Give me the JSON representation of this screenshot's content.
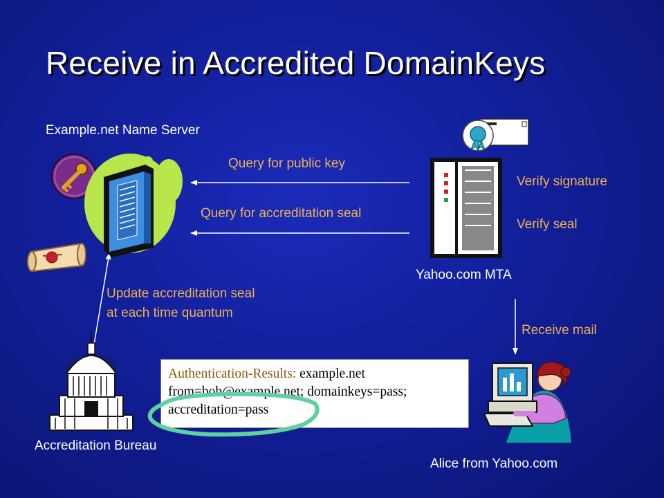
{
  "slide": {
    "title": "Receive in Accredited DomainKeys"
  },
  "labels": {
    "name_server": "Example.net Name Server",
    "mta": "Yahoo.com MTA",
    "bureau": "Accreditation Bureau",
    "alice": "Alice from Yahoo.com"
  },
  "steps": {
    "query_key": "Query for public key",
    "query_seal": "Query for accreditation seal",
    "verify_signature": "Verify signature",
    "verify_seal": "Verify seal",
    "update_line1": "Update accreditation seal",
    "update_line2": "at each time quantum",
    "receive_mail": "Receive mail"
  },
  "auth_results": {
    "label": "Authentication-Results:",
    "domain": " example.net",
    "line2": "from=bob@example.net; domainkeys=pass;",
    "line3": "accreditation=pass"
  },
  "colors": {
    "background": "#121f9a",
    "step_text": "#f0b050",
    "highlight_ellipse": "#5fd0a0"
  },
  "icons": [
    "key-icon",
    "server-icon",
    "scroll-seal-icon",
    "envelope-icon",
    "certificate-badge-icon",
    "mta-server-icon",
    "capitol-building-icon",
    "user-at-computer-icon"
  ]
}
